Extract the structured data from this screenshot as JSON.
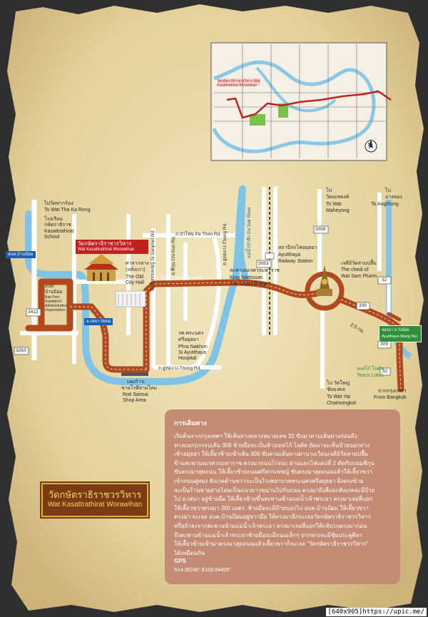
{
  "inset_map": {
    "temple_label": "วัดกษัตราธิราชวรวิหาร Wat Kasattrathirat Worawihan",
    "north": "N"
  },
  "labels": {
    "to_tha_ka_rong_th": "ไปวัดท่ากร้อง",
    "to_tha_ka_rong_en": "To Wat Tha Ka Rong",
    "school_th1": "โรงเรียน",
    "school_th2": "กษัตราธิราช",
    "school_en1": "Kasattrathirat",
    "school_en2": "School",
    "temple_th": "วัดกษัตราธิราชวรวิหาร",
    "temple_en": "Wat Kasattrathirat Worawihan",
    "city_hall_th1": "ศาลากลาง",
    "city_hall_th2": "(หลังเก่า)",
    "city_hall_en1": "The Old",
    "city_hall_en2": "City Hall",
    "ban_pom_th1": "อบต.",
    "ban_pom_th2": "บ้านป้อม",
    "ban_pom_en1": "Ban Pom",
    "ban_pom_en2": "Subdistrict",
    "ban_pom_en3": "Administrative",
    "ban_pom_en4": "Organization",
    "hospital_th1": "รพ.พระนคร",
    "hospital_th2": "ศรีอยุธยา",
    "hospital_en1": "Phra Nakhon",
    "hospital_en2": "Si Ayutthaya",
    "hospital_en3": "Hospital",
    "roti_th1": "แผงร้าน",
    "roti_th2": "ขายโรตีสายไหม",
    "roti_en1": "Roti Saimai",
    "roti_en2": "Shop Area",
    "pa_thon": "ถ.ป่าโทน  Pa Thon Rd.",
    "si_sanphet": "ถ.ศรีสรรเพชญ์  Si Sanphet Rd.",
    "chi_kun": "ถ.ชีกุน  Chi Kun Rd.",
    "u_thong_v": "ถ.อู่ทอง  U-Thong Rd.",
    "u_thong_h": "ถ.อู่ทอง  U-Thong Rd.",
    "rotchana": "ถ.โรจนะ  Rotchana Rd.",
    "pa_sak": "แม่น้ำป่าสัก Pa Sak River",
    "station_th": "สถานีรถไฟอยุธยา",
    "station_en1": "Ayutthaya",
    "station_en2": "Railway Station",
    "bridge_th": "สะพานนเรศวรมหาราช",
    "bridge_en1": "King Naresuan",
    "bridge_en2": "The Great Bridge",
    "maheyong_th1": "ไป",
    "maheyong_th2": "วัดมเหยงค์",
    "maheyong_en1": "To Wat",
    "maheyong_en2": "Maheyong",
    "angthong_th1": "ไป",
    "angthong_th2": "อ่างทอง",
    "angthong_en": "To Angthong",
    "chedi_th": "เจดีย์วัดสามปลื้ม",
    "chedi_en1": "The chedi of",
    "chedi_en2": "Wat Sam Pluem",
    "yai_th1": "ไป วัดใหญ่",
    "yai_th2": "ชัยมงคล",
    "yai_en1": "To Wat Yai",
    "yai_en2": "Chaimongkol",
    "tesco_th": "เทสโก้ โลตัส",
    "tesco_en": "Tesco Lotus",
    "bangkok_th": "จากกรุงเทพฯ",
    "bangkok_en": "From Bangkok",
    "sena_sign": "อ.เสนา Sena",
    "banpom_sign": "อบต.บ้านป้อม",
    "wangnoi_sign1": "อยุธยา อ.วังน้อย",
    "wangnoi_sign2": "Ayutthaya Wang Noi",
    "distance": "2.5 กม.",
    "r3412": "3412",
    "r3263": "3263",
    "r3053": "3053",
    "r3058": "3058",
    "r32a": "32",
    "r32b": "32",
    "r309a": "309",
    "r309b": "309"
  },
  "title": {
    "thai": "วัดกษัตราธิราชวรวิหาร",
    "english": "Wat Kasattrathirat Worawihan"
  },
  "directions": {
    "heading": "การเดินทาง",
    "lines": [
      "เริ่มต้นจากกรุงเทพฯ ใช้เส้นทางหลวงหมายเลข 32 ขับมาตามเส้นทางก่อนถึง",
      "ทางแยกบรรจบเส้น 309 ซ้ายมือจะเป็นห้างเทสโก้ โลตัส ถัดมาจะเห็นป้ายบอกทาง",
      "เข้าอยุธยา ให้เลี้ยวซ้ายเข้าเส้น 309 ขับตามเส้นทางผ่านวงเวียนเจดีย์วัดสามปลื้ม",
      "ข้ามสะพานนเรศวรมหาราช ตรงมาถนนโรจนะ ผ่านแยกไฟแดงที่ 2 ตัดกับถนนชีกุน",
      "ขับตรงมาสุดถนน ให้เลี้ยวซ้ายถนนศรีสรรเพชญ์ ขับตรงมาสุดถนนแล้วให้เลี้ยวขวา",
      "เข้าถนนอู่ทอง สังเกตด้านขวาจะเป็นโรงพยาบาลพระนครศรีอยุธยา ฝั่งตรงข้าม",
      "จะเป็นร้านขายสายไหมเป็นแนวยาวขนานไปกับถนน ตรงมาถึงสี่แยกสังเกตจะมีป้าย",
      "ไป อ.เสนา อยู่ซ้ายมือ ให้เลี้ยวซ้ายขึ้นสะพานข้ามแม่น้ำเจ้าพระยา ตรงมาเจอสี่แยก",
      "ให้เลี้ยวขวาตรงมา 200 เมตร. ซ้ายมือจะมีป้ายบอกไป อบต.บ้านป้อม ให้เลี้ยวขวา",
      "ตรงมา จะเจอ อบต.บ้านป้อมอยู่ขวามือ ให้ตรงมาอีกจะเจอวัดกษัตราธิราชวรวิหาร",
      "หรือถ้าลงจากสะพานข้ามแม่น้ำเจ้าพระยา ตรงมาเจอสี่แยกให้กลับรถตรงมาก่อน",
      "ถึงสะพานข้ามแม่น้ำเจ้าพระยาซ้ายมือจะมีถนนเล็กๆ ปากทางจะมีซุ้มประตูศิลา",
      "ให้เลี้ยวซ้ายเข้ามาตรงมาสุดถนนแล้วเลี้ยวขวาก็จะเจอ \"วัดกษัตราธิราชวรวิหาร\"",
      "ได้เหมือนกัน"
    ],
    "gps_label": "GPS",
    "gps_value": "N14.35240° E100.54459°"
  },
  "footer": "[640x905]https://upic.me/",
  "colors": {
    "route": "#b04a1e",
    "river": "#7fc3e6",
    "road": "#ffffff",
    "paper": "#e9d9a8",
    "panel": "#c58c75",
    "title_bg": "#7a3b14",
    "title_text": "#f2d45a"
  }
}
